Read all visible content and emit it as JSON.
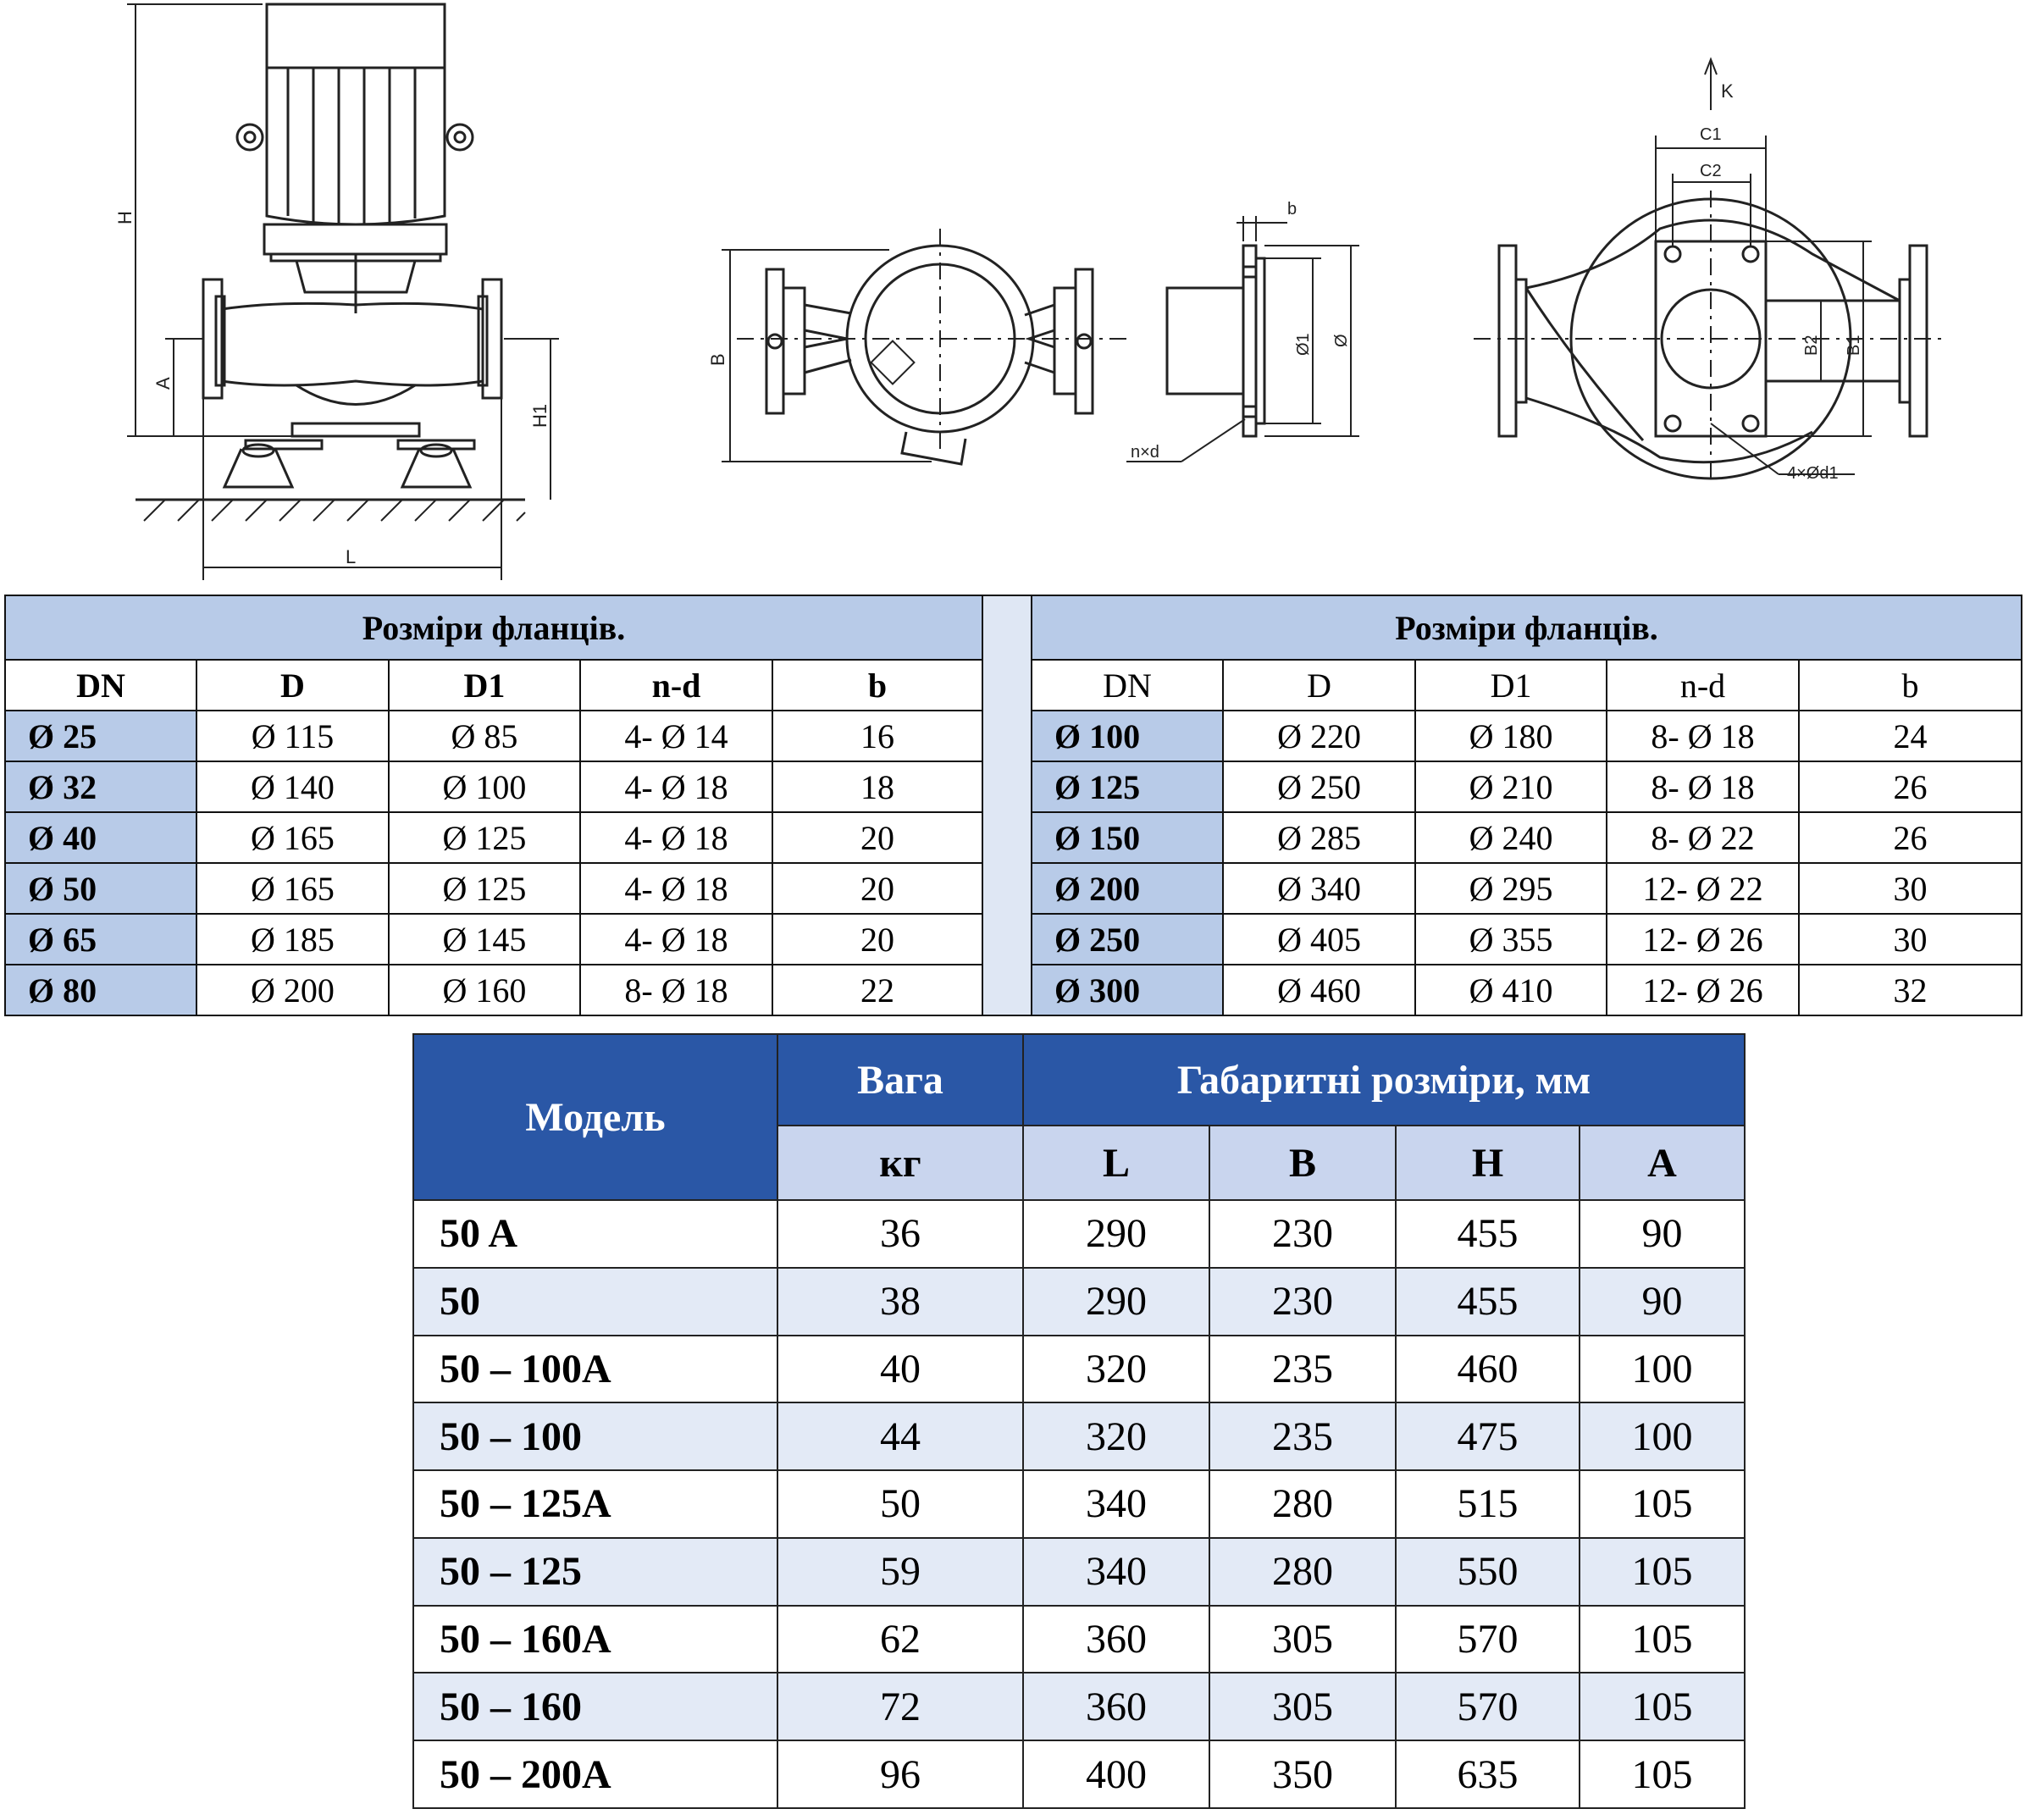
{
  "drawing_labels": {
    "side": {
      "H": "H",
      "A": "A",
      "H1": "H1",
      "L": "L"
    },
    "top": {
      "B": "B"
    },
    "flange": {
      "b": "b",
      "d1": "Ø1",
      "d": "Ø",
      "nxd": "n×d"
    },
    "body": {
      "K": "K",
      "C1": "C1",
      "C2": "C2",
      "B2": "B2",
      "B1": "B1",
      "holes": "4×Ød1"
    }
  },
  "flange_table": {
    "left_title": "Розміри фланців.",
    "right_title": "Розміри фланців.",
    "headers": [
      "DN",
      "D",
      "D1",
      "n-d",
      "b"
    ],
    "left_rows": [
      [
        "Ø 25",
        "Ø 115",
        "Ø  85",
        "4- Ø 14",
        "16"
      ],
      [
        "Ø 32",
        "Ø 140",
        "Ø 100",
        "4- Ø 18",
        "18"
      ],
      [
        "Ø 40",
        "Ø 165",
        "Ø 125",
        "4- Ø 18",
        "20"
      ],
      [
        "Ø 50",
        "Ø 165",
        "Ø 125",
        "4- Ø 18",
        "20"
      ],
      [
        "Ø 65",
        "Ø 185",
        "Ø 145",
        "4- Ø 18",
        "20"
      ],
      [
        "Ø 80",
        "Ø 200",
        "Ø 160",
        "8- Ø 18",
        "22"
      ]
    ],
    "right_rows": [
      [
        "Ø 100",
        "Ø 220",
        "Ø 180",
        "8- Ø 18",
        "24"
      ],
      [
        "Ø 125",
        "Ø 250",
        "Ø 210",
        "8- Ø 18",
        "26"
      ],
      [
        "Ø 150",
        "Ø 285",
        "Ø 240",
        "8- Ø 22",
        "26"
      ],
      [
        "Ø 200",
        "Ø 340",
        "Ø 295",
        "12- Ø 22",
        "30"
      ],
      [
        "Ø 250",
        "Ø 405",
        "Ø 355",
        "12- Ø 26",
        "30"
      ],
      [
        "Ø 300",
        "Ø 460",
        "Ø 410",
        "12- Ø 26",
        "32"
      ]
    ]
  },
  "model_table": {
    "model_header": "Модель",
    "weight_header": "Вага",
    "weight_unit": "кг",
    "dims_header": "Габаритні розміри, мм",
    "dim_cols": [
      "L",
      "B",
      "H",
      "A"
    ],
    "rows": [
      [
        "50 A",
        "36",
        "290",
        "230",
        "455",
        "90"
      ],
      [
        "50",
        "38",
        "290",
        "230",
        "455",
        "90"
      ],
      [
        "50 – 100A",
        "40",
        "320",
        "235",
        "460",
        "100"
      ],
      [
        "50 – 100",
        "44",
        "320",
        "235",
        "475",
        "100"
      ],
      [
        "50 – 125A",
        "50",
        "340",
        "280",
        "515",
        "105"
      ],
      [
        "50 – 125",
        "59",
        "340",
        "280",
        "550",
        "105"
      ],
      [
        "50 – 160A",
        "62",
        "360",
        "305",
        "570",
        "105"
      ],
      [
        "50 – 160",
        "72",
        "360",
        "305",
        "570",
        "105"
      ],
      [
        "50 – 200A",
        "96",
        "400",
        "350",
        "635",
        "105"
      ]
    ]
  },
  "colors": {
    "header_dark": "#2a57a6",
    "header_light": "#c9d5ee",
    "flange_header": "#b8cbe8",
    "row_alt": "#e3eaf6"
  }
}
